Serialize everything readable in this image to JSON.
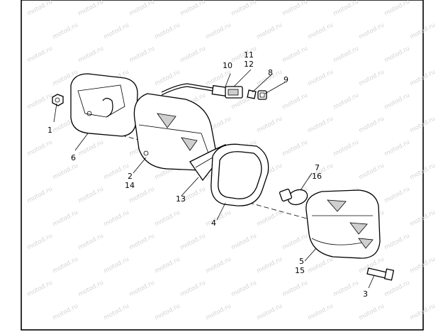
{
  "watermark": "motod.ru",
  "callouts": [
    "1",
    "2",
    "3",
    "4",
    "5",
    "6",
    "7",
    "8",
    "9",
    "10",
    "11",
    "12",
    "13",
    "14",
    "15",
    "16"
  ]
}
